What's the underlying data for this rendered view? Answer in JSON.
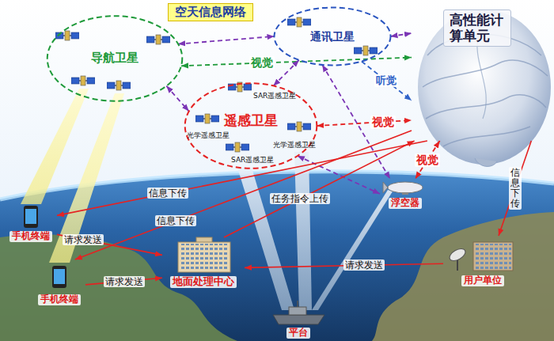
{
  "diagram": {
    "title": "空天信息网络",
    "nodes": [
      {
        "text": [
          "导航卫星"
        ]
      },
      {
        "text": [
          "通讯卫星"
        ]
      },
      {
        "text": [
          "高性能计算单元"
        ]
      },
      {
        "text": [
          "遥感卫星"
        ]
      },
      {
        "text": [
          "浮空器"
        ]
      },
      {
        "text": [
          "手机终端"
        ]
      },
      {
        "text": [
          "地面处理中心"
        ]
      },
      {
        "text": [
          "手机终端"
        ]
      },
      {
        "text": [
          "用户单位"
        ]
      },
      {
        "text": [
          "平台"
        ]
      }
    ],
    "edges": [
      {
        "from": 0,
        "to": 1,
        "arrow": "both"
      },
      {
        "from": 1,
        "to": 2,
        "arrow": "both"
      },
      {
        "from": 1,
        "to": 2,
        "label": "听觉",
        "arrow": "to"
      },
      {
        "from": 0,
        "to": 2,
        "label": "视觉",
        "arrow": "both"
      },
      {
        "from": 0,
        "to": 3,
        "arrow": "both"
      },
      {
        "from": 1,
        "to": 3,
        "arrow": "both"
      },
      {
        "from": 3,
        "to": 2,
        "label": "视觉",
        "arrow": "both"
      },
      {
        "from": 2,
        "to": 4,
        "label": "视觉",
        "arrow": "both"
      },
      {
        "from": 1,
        "to": 4,
        "arrow": "both"
      },
      {
        "from": 3,
        "to": 4,
        "arrow": "both"
      },
      {
        "from": 2,
        "to": 5,
        "label": "信息下传",
        "arrow": "to"
      },
      {
        "from": 2,
        "to": 7,
        "label": "信息下传",
        "arrow": "to"
      },
      {
        "from": 5,
        "to": 6,
        "label": "请求发送",
        "arrow": "to"
      },
      {
        "from": 7,
        "to": 6,
        "label": "请求发送",
        "arrow": "to"
      },
      {
        "from": 6,
        "to": 2,
        "label": "任务指令上传",
        "arrow": "to"
      },
      {
        "from": 8,
        "to": 6,
        "label": "请求发送",
        "arrow": "to"
      },
      {
        "from": 2,
        "to": 8,
        "label": "信息下传",
        "arrow": "to"
      }
    ],
    "labels": [
      "SAR遥感卫星",
      "光学遥感卫星",
      "光学遥感卫星",
      "SAR遥感卫星"
    ]
  }
}
